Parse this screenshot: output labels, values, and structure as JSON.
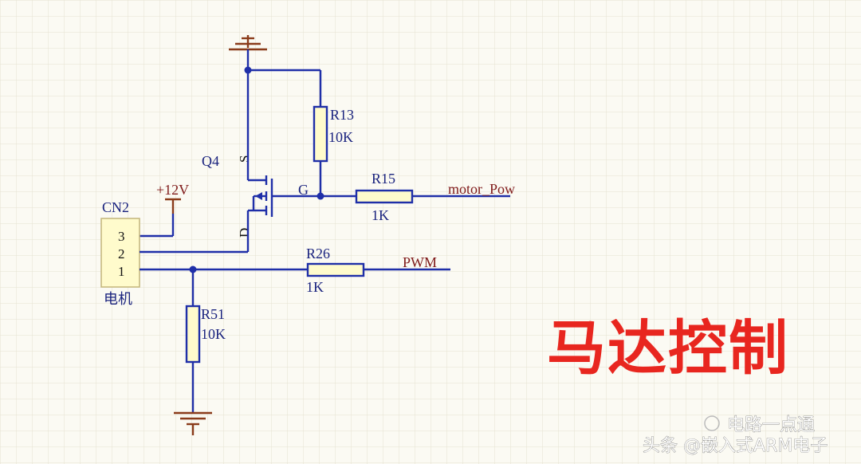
{
  "title": "马达控制",
  "watermark": {
    "line1": "电路一点通",
    "line2": "头条 @嵌入式ARM电子"
  },
  "colors": {
    "wire": "#1f2fa8",
    "net_label": "#7f1a1a",
    "power_symbol": "#8a3b1a",
    "title": "#e8261f",
    "component_fill": "#fffbcc",
    "background": "#fbfaf3"
  },
  "transistor": {
    "designator": "Q4",
    "pin_s": "S",
    "pin_g": "G",
    "pin_d": "D"
  },
  "resistors": {
    "r13": {
      "designator": "R13",
      "value": "10K"
    },
    "r15": {
      "designator": "R15",
      "value": "1K"
    },
    "r26": {
      "designator": "R26",
      "value": "1K"
    },
    "r51": {
      "designator": "R51",
      "value": "10K"
    }
  },
  "nets": {
    "motor_pow": "motor_Pow",
    "pwm": "PWM",
    "v12": "+12V"
  },
  "connector": {
    "designator": "CN2",
    "name": "电机",
    "pins": [
      "3",
      "2",
      "1"
    ]
  },
  "icons": [
    "ground-icon",
    "power-flag-icon",
    "junction-dot-icon"
  ]
}
